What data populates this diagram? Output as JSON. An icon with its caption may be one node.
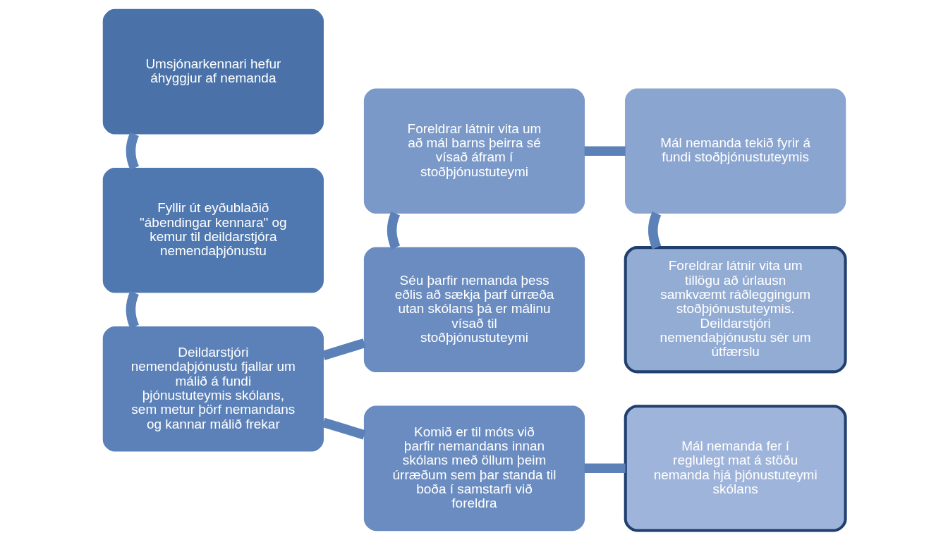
{
  "diagram": {
    "nodes": [
      {
        "text": [
          "Umsjónarkennari hefur áhyggjur af nemanda"
        ]
      },
      {
        "text": [
          "Fyllir út eyðublaðið \"ábendingar kennara\" og kemur til deildarstjóra nemendaþjónustu"
        ]
      },
      {
        "text": [
          "Deildarstjóri nemendaþjónustu fjallar um málið á fundi þjónustuteymis skólans, sem metur þörf nemandans og kannar málið frekar"
        ]
      },
      {
        "text": [
          "Séu þarfir nemanda þess eðlis að sækja þarf úrræða utan skólans þá er málinu vísað til stoðþjónustuteymi"
        ]
      },
      {
        "text": [
          "Foreldrar látnir vita um að mál barns þeirra sé vísað áfram í stoðþjónustuteymi"
        ]
      },
      {
        "text": [
          "Mál nemanda tekið fyrir á fundi stoðþjónustuteymis"
        ]
      },
      {
        "text": [
          "Foreldrar látnir vita um tillögu að úrlausn samkvæmt ráðleggingum stoðþjónustuteymis. Deildarstjóri nemendaþjónustu sér um útfærslu"
        ]
      },
      {
        "text": [
          "Komið er til móts við þarfir nemandans innan skólans með öllum þeim úrræðum sem þar standa til boða í samstarfi við foreldra"
        ]
      },
      {
        "text": [
          "Mál nemanda fer í reglulegt mat á stöðu nemanda hjá þjónustuteymi skólans"
        ]
      }
    ],
    "edges": [
      {
        "from": 0,
        "to": 1,
        "arrow": "none"
      },
      {
        "from": 1,
        "to": 2,
        "arrow": "none"
      },
      {
        "from": 2,
        "to": 3,
        "arrow": "none"
      },
      {
        "from": 3,
        "to": 4,
        "arrow": "none"
      },
      {
        "from": 4,
        "to": 5,
        "arrow": "none"
      },
      {
        "from": 5,
        "to": 6,
        "arrow": "none"
      },
      {
        "from": 2,
        "to": 7,
        "arrow": "none"
      },
      {
        "from": 7,
        "to": 8,
        "arrow": "none"
      }
    ]
  }
}
